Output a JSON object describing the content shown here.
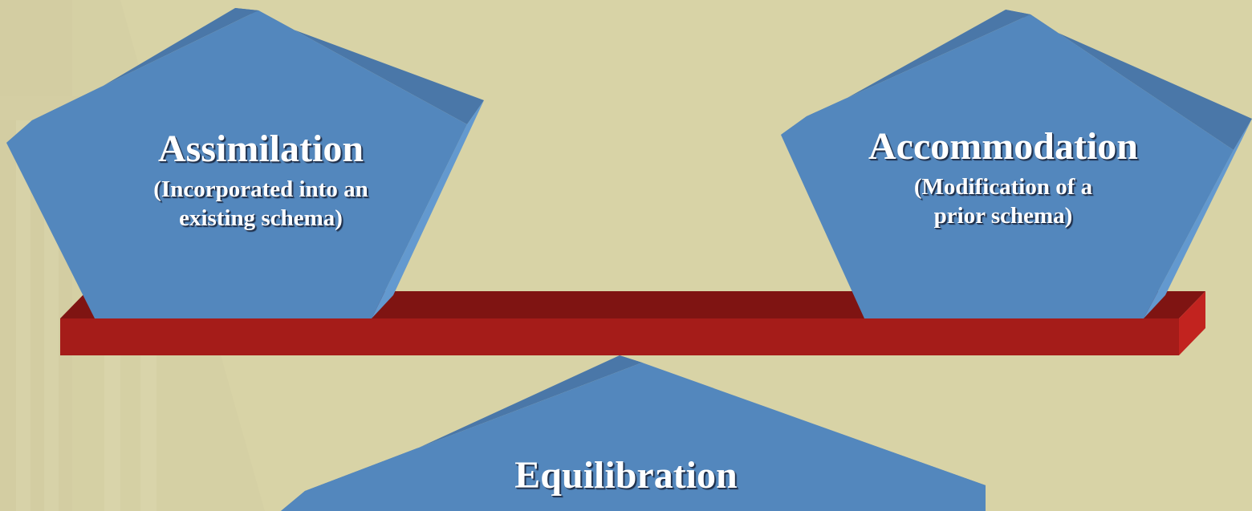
{
  "left_block": {
    "title": "Assimilation",
    "subtitle_line1": "(Incorporated into an",
    "subtitle_line2": "existing schema)"
  },
  "right_block": {
    "title": "Accommodation",
    "subtitle_line1": "(Modification of a",
    "subtitle_line2": "prior schema)"
  },
  "fulcrum": {
    "title": "Equilibration"
  },
  "colors": {
    "background": "#d8d3a6",
    "block_face": "#5387bd",
    "block_top": "#4a77a8",
    "block_side": "#6399cf",
    "beam_front": "#a51c19",
    "beam_top": "#7f1412",
    "beam_side": "#c2231f"
  }
}
